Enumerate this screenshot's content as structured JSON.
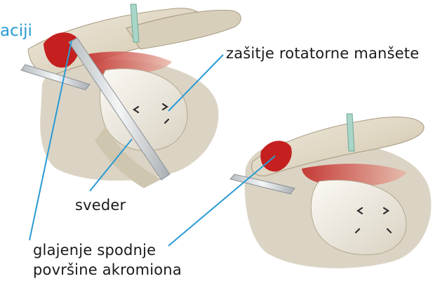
{
  "title_fragment": "aciji",
  "labels": {
    "rotator_cuff": "zašitje rotatorne manšete",
    "drill": "sveder",
    "smoothing_line1": "glajenje spodnje",
    "smoothing_line2": "površine akromiona"
  },
  "colors": {
    "title": "#2a9bd3",
    "leader_lines": "#2a9bd3",
    "bone": "#e3dccb",
    "cartilage": "#f2eee6",
    "inflamed_tissue": "#c0282a",
    "instrument": "#d6dadc",
    "suture_probe": "#a9d6c8"
  }
}
